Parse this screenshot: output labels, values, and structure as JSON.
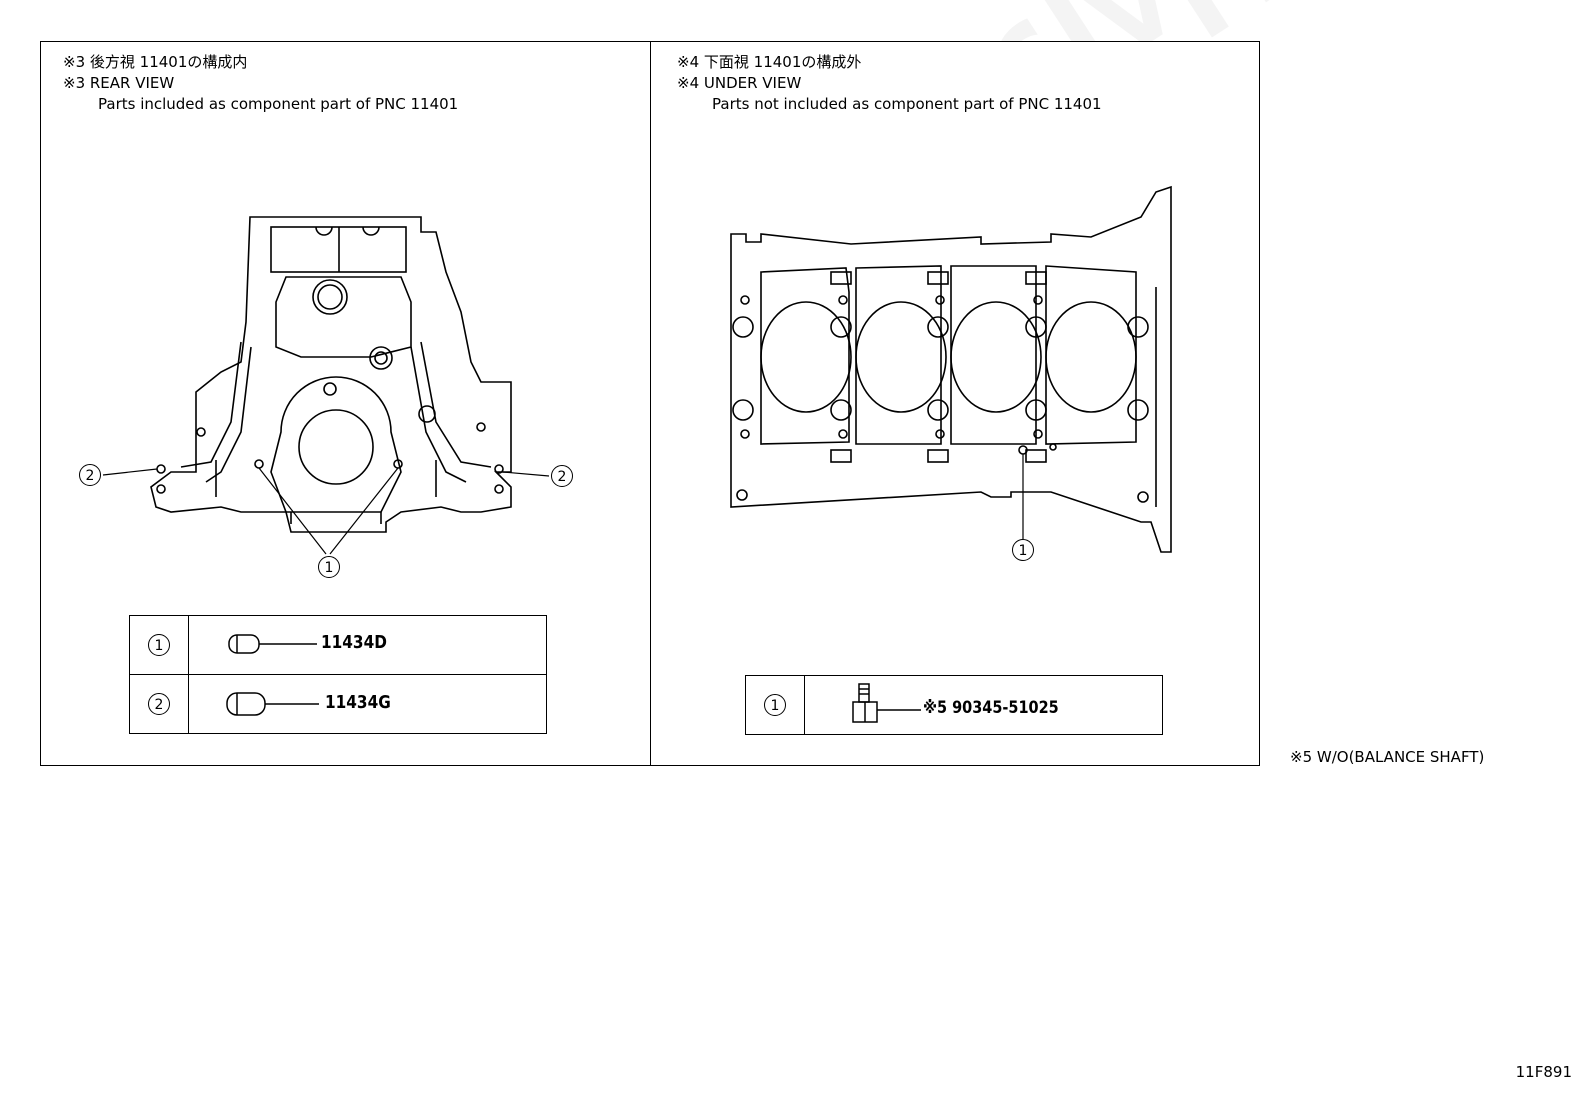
{
  "panels": {
    "left": {
      "header_jp": "※3 後方視 11401の構成内",
      "header_en": "※3 REAR VIEW",
      "header_desc": "Parts included as component part of PNC 11401",
      "callout_1": "1",
      "callout_2": "2",
      "parts": [
        {
          "num": "1",
          "part_no": "11434D"
        },
        {
          "num": "2",
          "part_no": "11434G"
        }
      ]
    },
    "right": {
      "header_jp": "※4 下面視 11401の構成外",
      "header_en": "※4 UNDER VIEW",
      "header_desc": "Parts not included as component part of PNC 11401",
      "callout_1": "1",
      "parts": [
        {
          "num": "1",
          "part_no": "※5 90345-51025"
        }
      ]
    }
  },
  "footnote": "※5 W/O(BALANCE SHAFT)",
  "illustration_code": "11F891",
  "watermark": "ToyotaCarMine.ru"
}
